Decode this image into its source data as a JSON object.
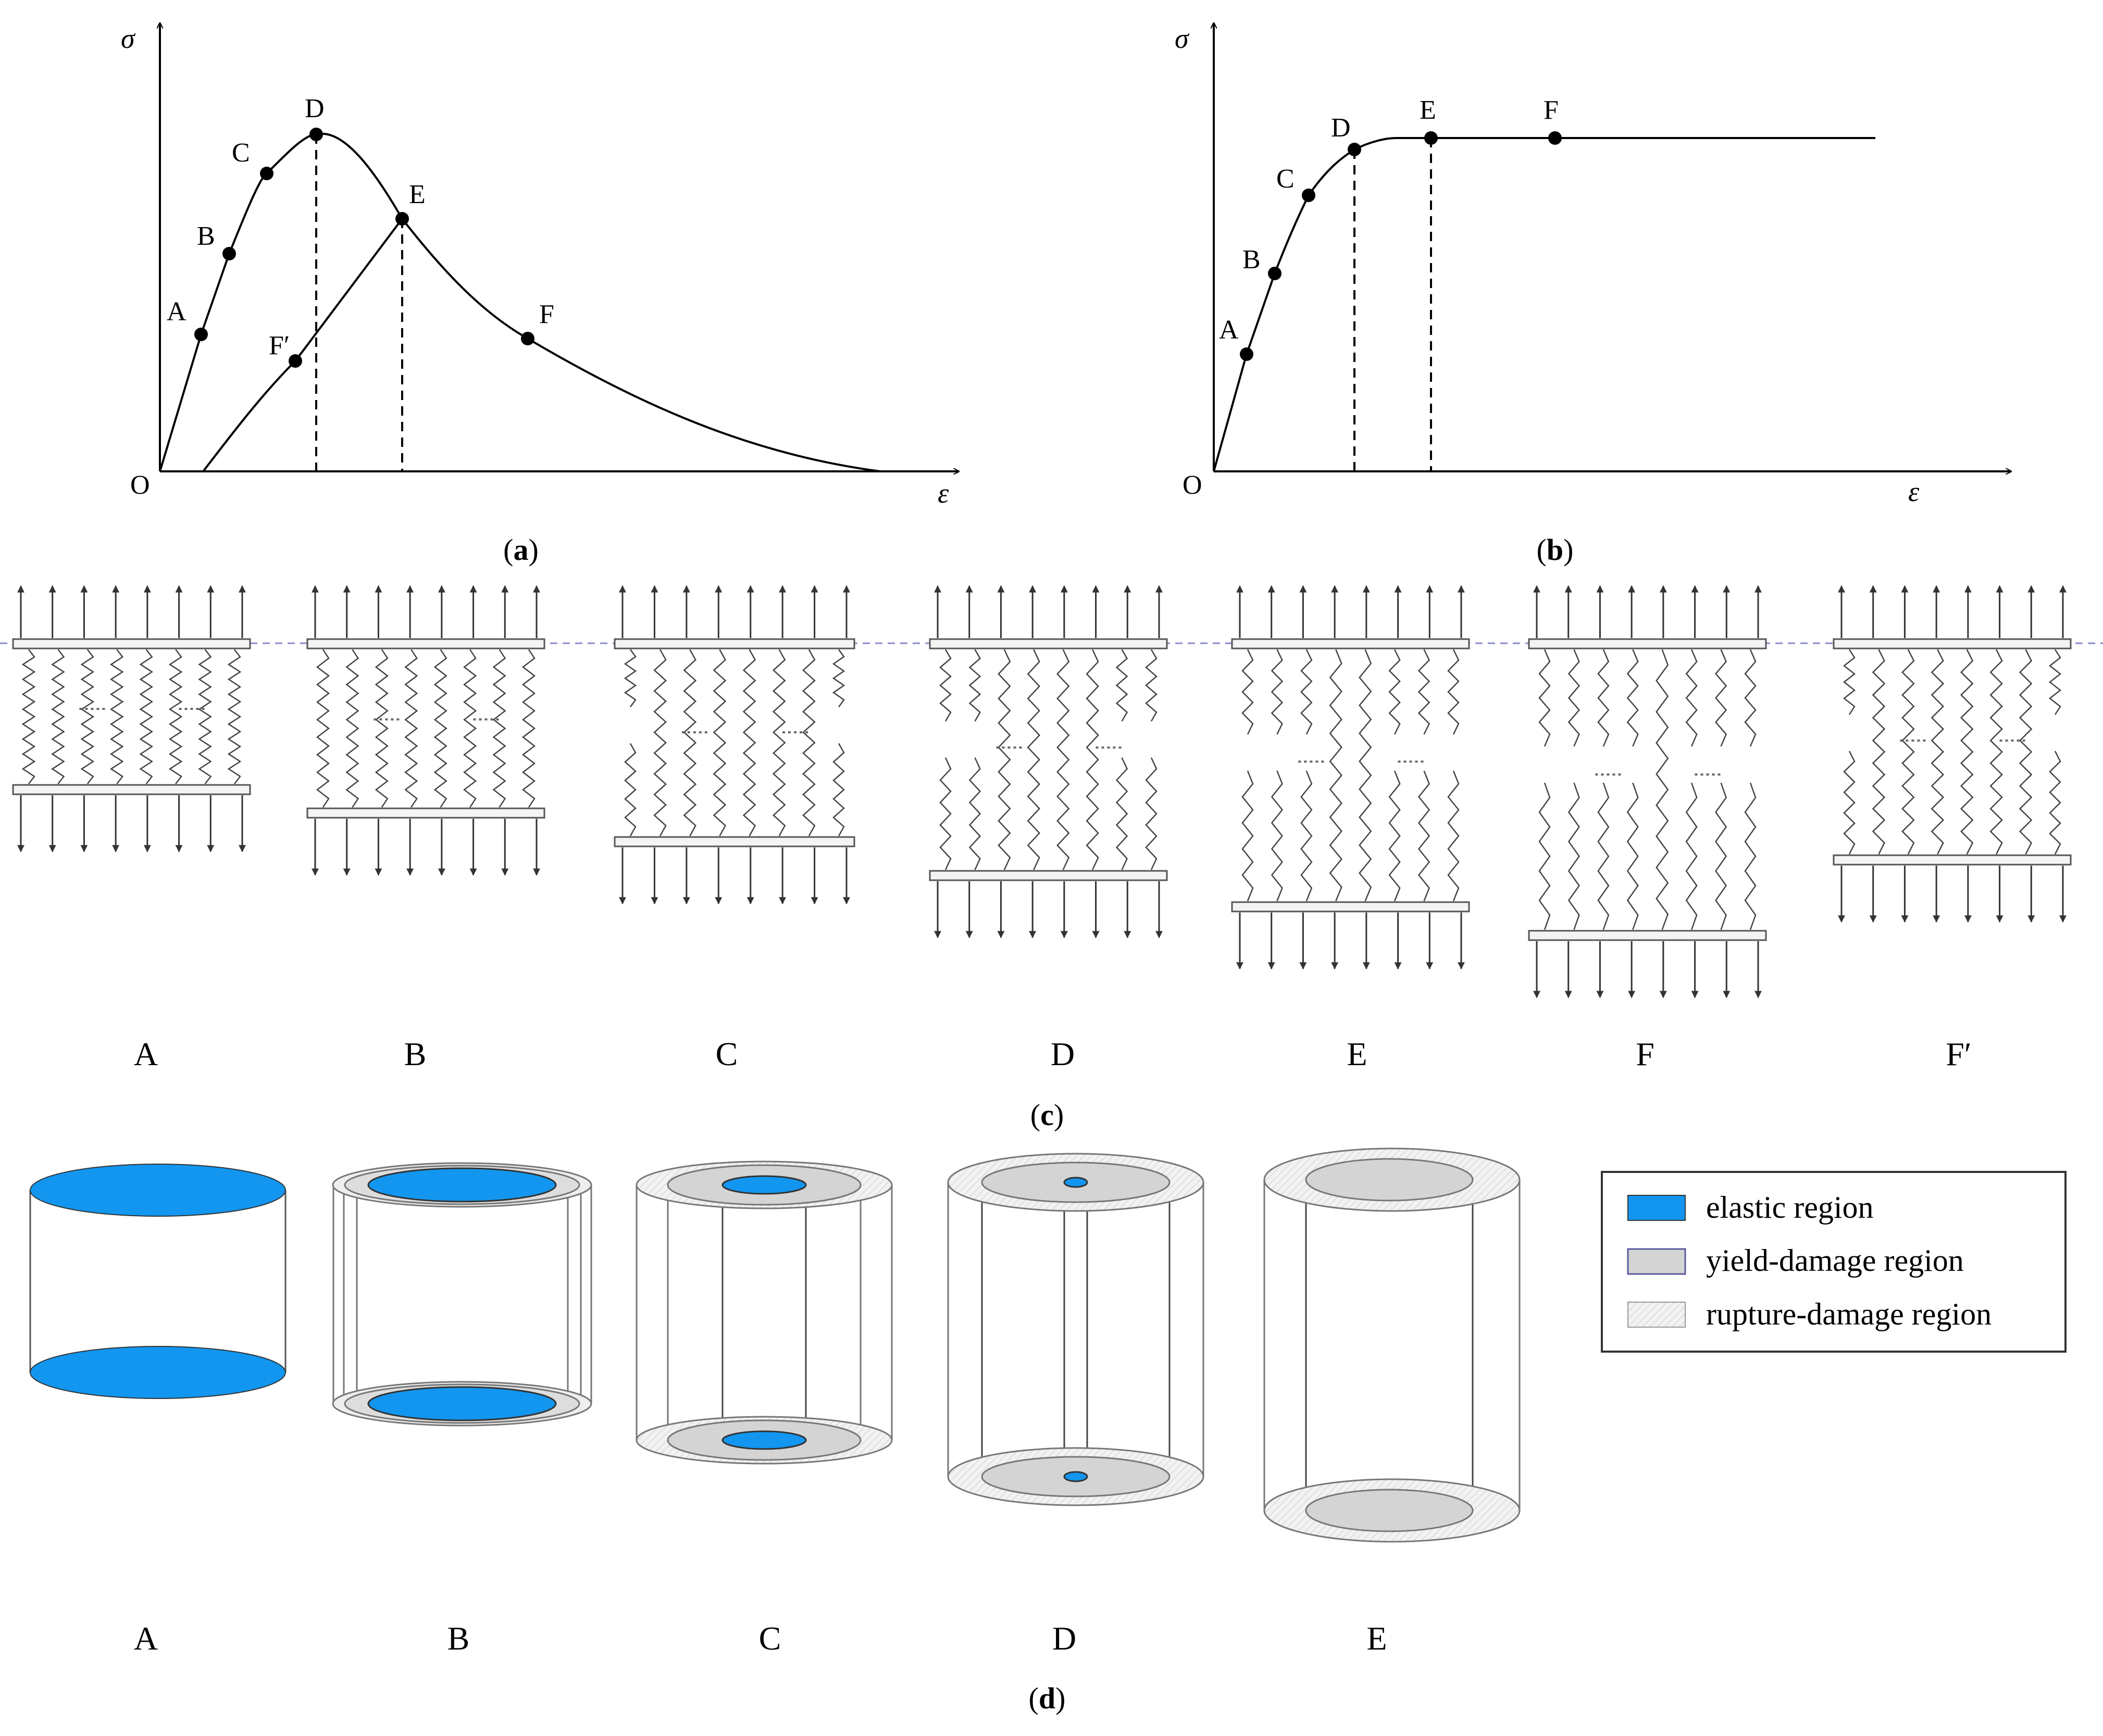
{
  "panels": {
    "a": {
      "caption_open": "(",
      "caption_letter": "a",
      "caption_close": ")",
      "y_axis_label": "σ",
      "x_axis_label": "ε",
      "origin_label": "O",
      "point_labels": {
        "A": "A",
        "B": "B",
        "C": "C",
        "D": "D",
        "E": "E",
        "F": "F",
        "Fp": "F′"
      }
    },
    "b": {
      "caption_open": "(",
      "caption_letter": "b",
      "caption_close": ")",
      "y_axis_label": "σ",
      "x_axis_label": "ε",
      "origin_label": "O",
      "point_labels": {
        "A": "A",
        "B": "B",
        "C": "C",
        "D": "D",
        "E": "E",
        "F": "F"
      }
    },
    "c": {
      "caption_open": "(",
      "caption_letter": "c",
      "caption_close": ")",
      "stage_labels": [
        "A",
        "B",
        "C",
        "D",
        "E",
        "F",
        "F′"
      ]
    },
    "d": {
      "caption_open": "(",
      "caption_letter": "d",
      "caption_close": ")",
      "stage_labels": [
        "A",
        "B",
        "C",
        "D",
        "E"
      ],
      "legend": [
        {
          "label": "elastic region",
          "color": "#1296f0"
        },
        {
          "label": "yield-damage region",
          "color": "#d4d4d4"
        },
        {
          "label": "rupture-damage region",
          "color": "#eeeeee"
        }
      ]
    }
  },
  "colors": {
    "elastic": "#1296f0",
    "yield": "#d4d4d4",
    "rupture": "#f0f0f0",
    "guide_line": "#8c8cd0"
  }
}
